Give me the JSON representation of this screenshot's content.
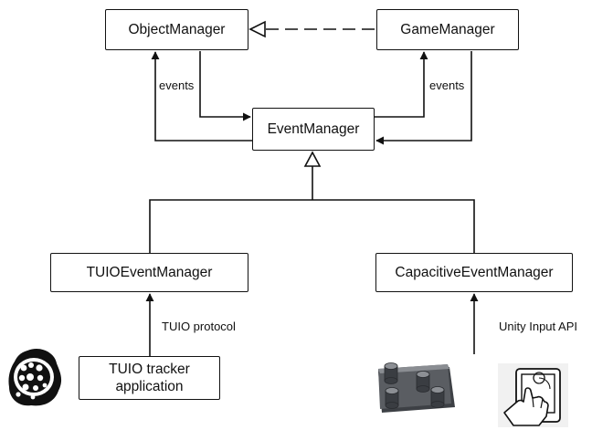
{
  "nodes": {
    "object_manager": "ObjectManager",
    "game_manager": "GameManager",
    "event_manager": "EventManager",
    "tuio_event_manager": "TUIOEventManager",
    "capacitive_event_manager": "CapacitiveEventManager",
    "tuio_tracker": "TUIO tracker\napplication"
  },
  "edge_labels": {
    "events_left": "events",
    "events_right": "events",
    "tuio_protocol": "TUIO protocol",
    "unity_input_api": "Unity Input API"
  },
  "icons": {
    "fiducial_marker": "tuio-fiducial-marker-icon",
    "capacitive_tangible": "capacitive-tangible-object-icon",
    "touch_tablet": "touch-tablet-icon"
  },
  "colors": {
    "stroke": "#111111",
    "background": "#ffffff",
    "tangible_body": "#55585d"
  }
}
